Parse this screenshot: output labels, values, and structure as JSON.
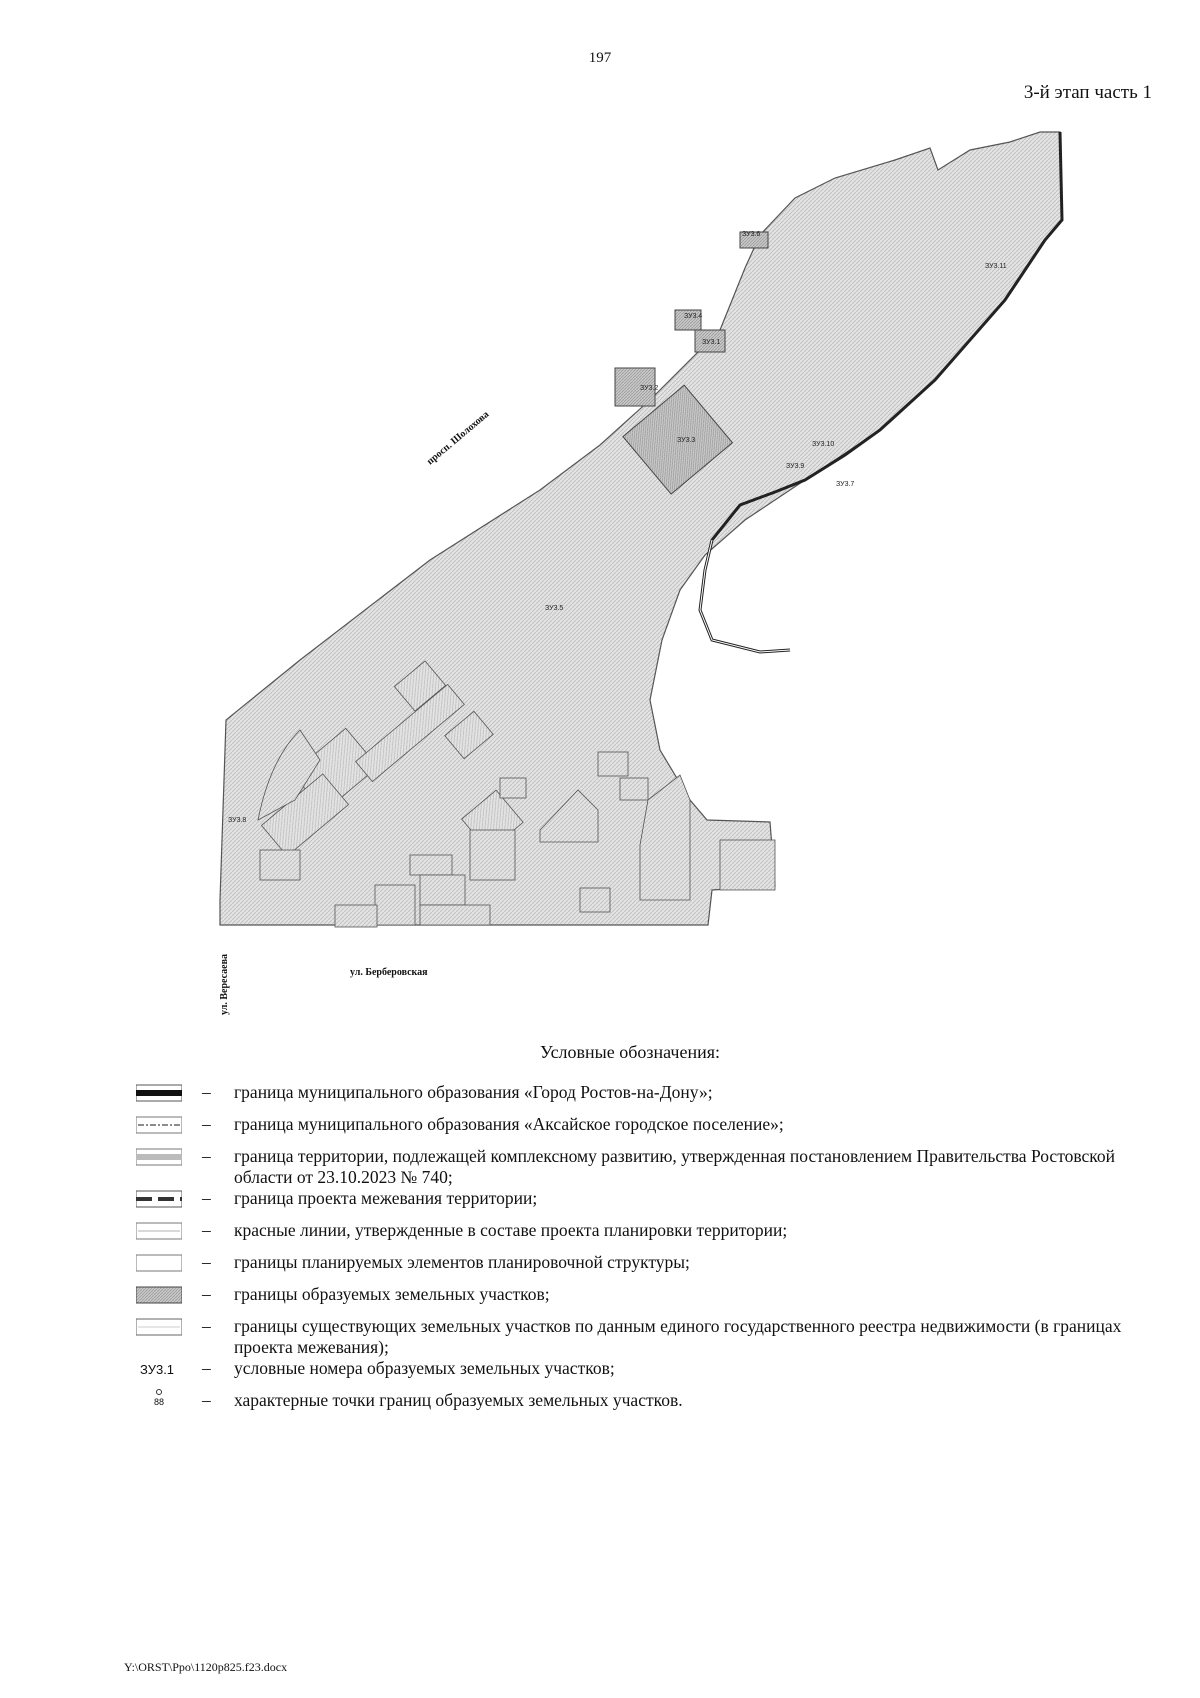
{
  "page_number": "197",
  "stage_title": "3-й этап часть 1",
  "map": {
    "plot_labels": [
      "ЗУ3.6",
      "ЗУ3.11",
      "ЗУ3.4",
      "ЗУ3.1",
      "ЗУ3.2",
      "ЗУ3.3",
      "ЗУ3.10",
      "ЗУ3.9",
      "ЗУ3.7",
      "ЗУ3.5",
      "ЗУ3.8"
    ],
    "streets": {
      "sholokhova": "просп. Шолохова",
      "berberovskaya": "ул. Берберовская",
      "veresaeva": "ул. Вересаева"
    }
  },
  "legend": {
    "title": "Условные обозначения:",
    "items": [
      {
        "text": "граница муниципального образования «Город Ростов-на-Дону»;"
      },
      {
        "text": "граница муниципального образования «Аксайское городское поселение»;"
      },
      {
        "text": "граница территории, подлежащей комплексному развитию, утвержденная постановлением Правительства Ростовской области от 23.10.2023 № 740;"
      },
      {
        "text": "граница проекта межевания территории;"
      },
      {
        "text": "красные линии, утвержденные в составе проекта планировки территории;"
      },
      {
        "text": "границы планируемых элементов планировочной структуры;"
      },
      {
        "text": "границы образуемых земельных участков;"
      },
      {
        "text": "границы существующих земельных участков по данным единого государственного реестра недвижимости (в границах проекта межевания);"
      },
      {
        "text": "условные номера образуемых земельных участков;",
        "symbol_text": "ЗУ3.1"
      },
      {
        "text": "характерные точки границ образуемых земельных участков.",
        "symbol_text": "88"
      }
    ],
    "dash": "–"
  },
  "footer": "Y:\\ORST\\Ppo\\1120p825.f23.docx"
}
